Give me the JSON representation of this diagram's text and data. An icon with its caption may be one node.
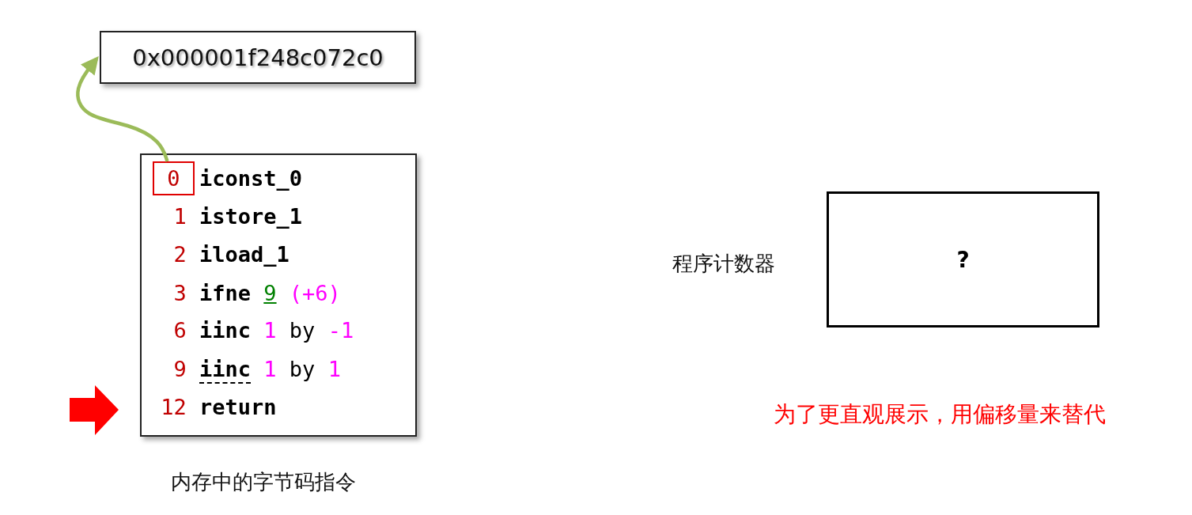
{
  "diagram": {
    "nodes": [
      {
        "text": [
          "0x000001f248c072c0"
        ]
      },
      {
        "text": [
          "iconst_0",
          "1 istore_1",
          "2 iload_1",
          "3 ifne 9 (+6)",
          "6 iinc 1 by -1",
          "9 iinc 1 by 1",
          "12 return"
        ],
        "beside": [
          "内存中的字节码指令"
        ]
      },
      {
        "text": [
          "0"
        ],
        "in": 1
      },
      {
        "text": [
          "?"
        ],
        "beside": [
          "程序计数器"
        ]
      }
    ],
    "edges": [
      {
        "from": 2,
        "to": 0,
        "arrow": "to",
        "color": "#9bbb59"
      }
    ],
    "labels": [
      "为了更直观展示，用偏移量来替代"
    ]
  }
}
